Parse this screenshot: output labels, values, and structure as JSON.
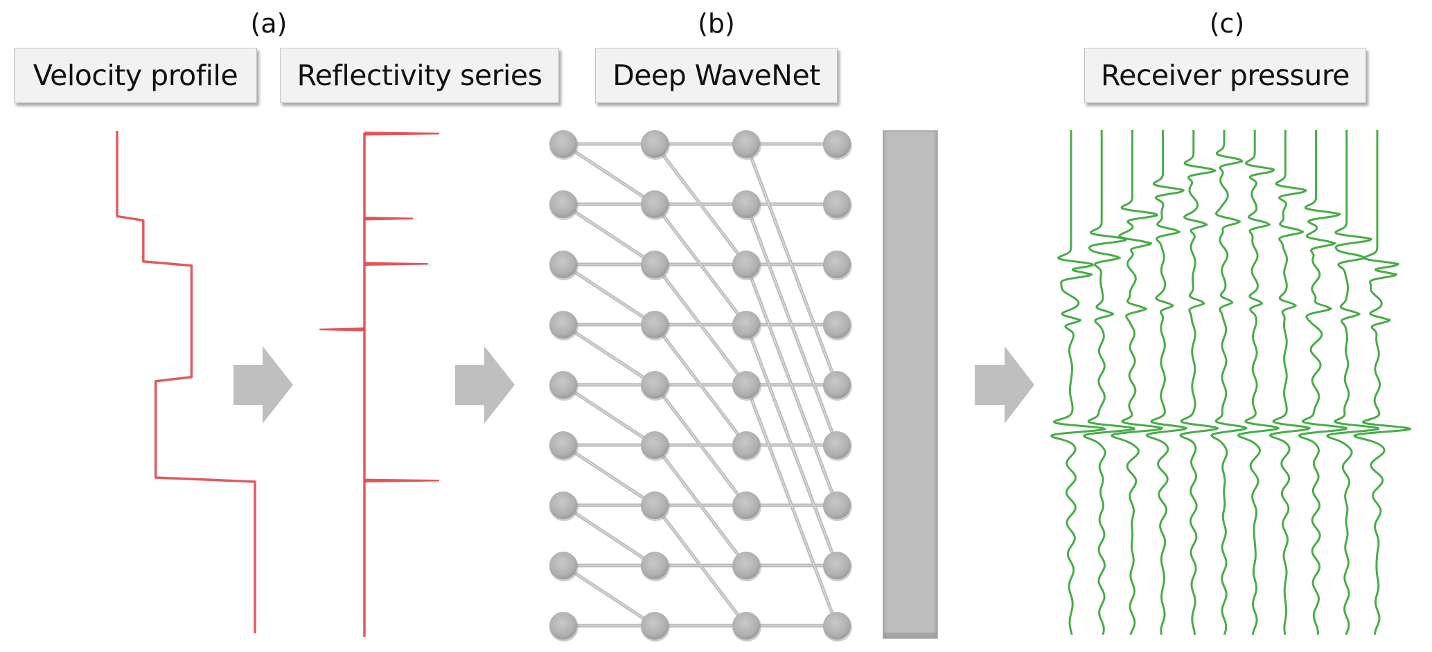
{
  "panels": [
    {
      "id": "a",
      "letter": "(a)"
    },
    {
      "id": "b",
      "letter": "(b)"
    },
    {
      "id": "c",
      "letter": "(c)"
    }
  ],
  "labels": {
    "velocity_profile": "Velocity profile",
    "reflectivity_series": "Reflectivity series",
    "deep_wavenet": "Deep WaveNet",
    "receiver_pressure": "Receiver pressure"
  },
  "colors": {
    "model": "#e0474c",
    "arrow": "#bfbfbf",
    "node": "#b4b4b4",
    "edge": "#c4c4c4",
    "output_bar": "#bcbcbc",
    "trace": "#3aa53a"
  },
  "chart_data": [
    {
      "type": "line",
      "title": "Velocity profile",
      "description": "Step-wise layered velocity vs depth (depth increases downward), relative units",
      "layers": [
        {
          "depth_top": 0.0,
          "depth_bottom": 0.17,
          "velocity": 0.0
        },
        {
          "depth_top": 0.17,
          "depth_bottom": 0.26,
          "velocity": 0.19
        },
        {
          "depth_top": 0.26,
          "depth_bottom": 0.49,
          "velocity": 0.54
        },
        {
          "depth_top": 0.49,
          "depth_bottom": 0.69,
          "velocity": 0.28
        },
        {
          "depth_top": 0.69,
          "depth_bottom": 1.0,
          "velocity": 1.0
        }
      ]
    },
    {
      "type": "line",
      "title": "Reflectivity series",
      "description": "Spikes at layer interfaces; positive to the right, negative to the left (relative amplitude)",
      "spikes": [
        {
          "depth": 0.0,
          "amplitude": 1.0
        },
        {
          "depth": 0.17,
          "amplitude": 0.65
        },
        {
          "depth": 0.26,
          "amplitude": 0.85
        },
        {
          "depth": 0.39,
          "amplitude": -0.6
        },
        {
          "depth": 0.69,
          "amplitude": 1.0
        }
      ]
    },
    {
      "type": "diagram",
      "title": "Deep WaveNet",
      "layers": 4,
      "nodes_per_layer": 9,
      "dilations": [
        1,
        2,
        4
      ],
      "output": "dense output bar"
    },
    {
      "type": "line",
      "title": "Receiver pressure",
      "description": "11 receiver traces (shot gather); hyperbolic reflection events plus a strong late near-flat event",
      "traces": 11,
      "events": [
        {
          "name": "event-1",
          "t0": 0.06,
          "moveout": 0.26,
          "amplitude": 1.0
        },
        {
          "name": "event-2",
          "t0": 0.18,
          "moveout": 0.22,
          "amplitude": 0.7
        },
        {
          "name": "event-3",
          "t0": 0.34,
          "moveout": 0.16,
          "amplitude": 0.45
        },
        {
          "name": "event-4",
          "t0": 0.59,
          "moveout": 0.04,
          "amplitude": 1.1
        }
      ]
    }
  ]
}
